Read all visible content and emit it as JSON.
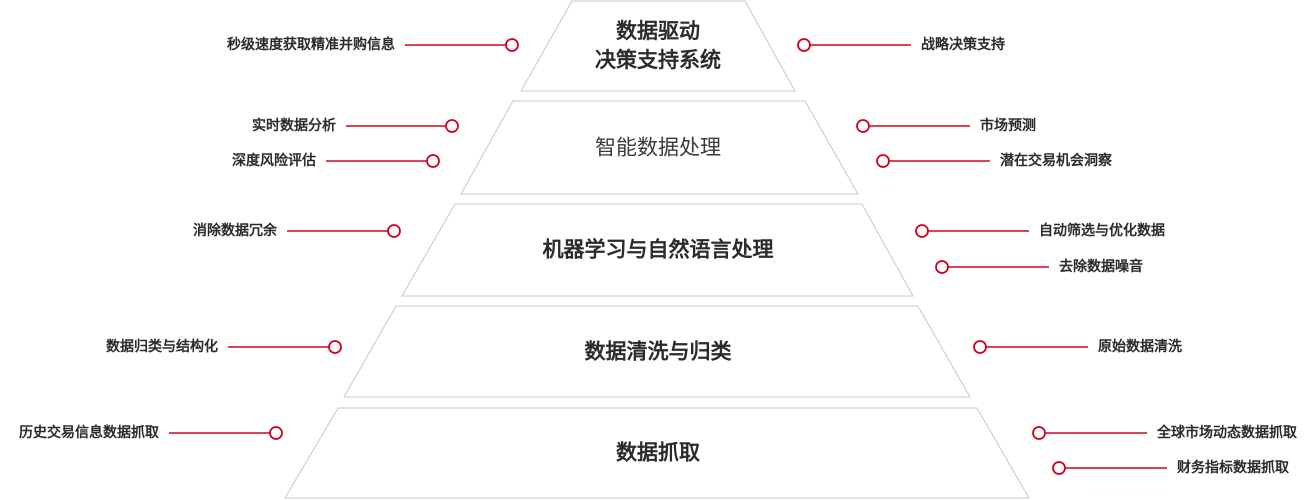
{
  "accent_color": "#d0021b",
  "tiers": [
    {
      "label": "数据驱动\n决策支持系统"
    },
    {
      "label": "智能数据处理"
    },
    {
      "label": "机器学习与自然语言处理"
    },
    {
      "label": "数据清洗与归类"
    },
    {
      "label": "数据抓取"
    }
  ],
  "left_annotations": [
    "秒级速度获取精准并购信息",
    "实时数据分析",
    "深度风险评估",
    "消除数据冗余",
    "数据归类与结构化",
    "历史交易信息数据抓取"
  ],
  "right_annotations": [
    "战略决策支持",
    "市场预测",
    "潜在交易机会洞察",
    "自动筛选与优化数据",
    "去除数据噪音",
    "原始数据清洗",
    "全球市场动态数据抓取",
    "财务指标数据抓取"
  ]
}
